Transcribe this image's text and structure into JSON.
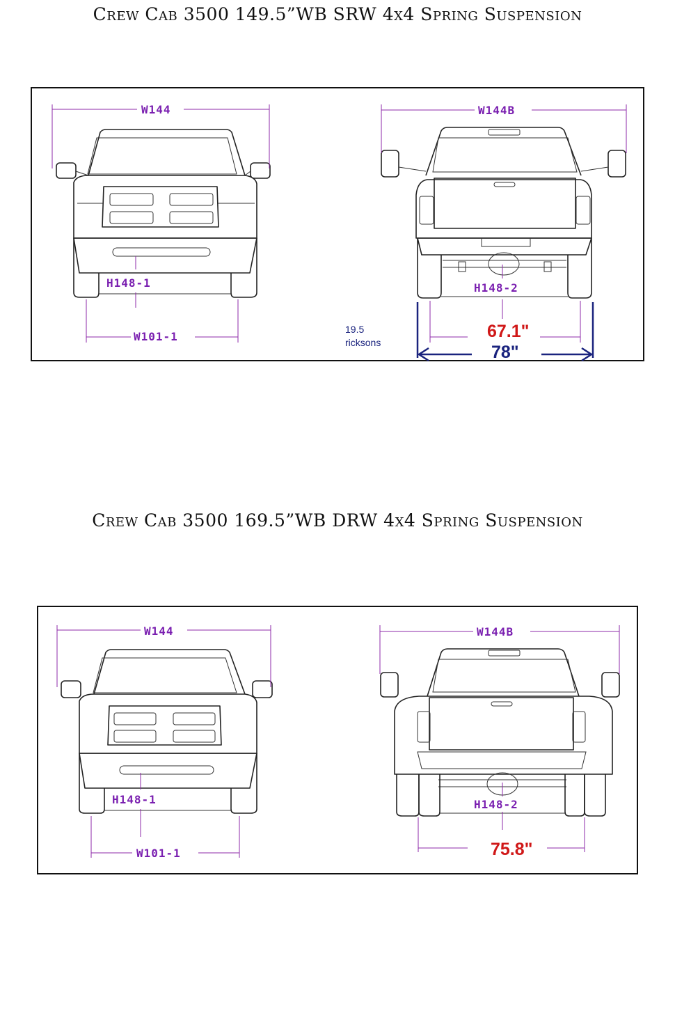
{
  "diagrams": [
    {
      "title": "Crew Cab 3500 149.5”WB SRW 4x4 Spring Suspension",
      "front": {
        "width_label": "W144",
        "height_label": "H148-1",
        "track_label": "W101-1"
      },
      "rear": {
        "width_label": "W144B",
        "height_label": "H148-2",
        "track_value": "67.1\"",
        "outer_value": "78\""
      },
      "note": [
        "19.5",
        "ricksons"
      ]
    },
    {
      "title": "Crew Cab 3500 169.5”WB DRW 4x4 Spring Suspension",
      "front": {
        "width_label": "W144",
        "height_label": "H148-1",
        "track_label": "W101-1"
      },
      "rear": {
        "width_label": "W144B",
        "height_label": "H148-2",
        "track_value": "75.8\""
      }
    }
  ],
  "colors": {
    "dimension": "#7a1fb0",
    "value_red": "#d01818",
    "value_blue": "#1a237e"
  }
}
